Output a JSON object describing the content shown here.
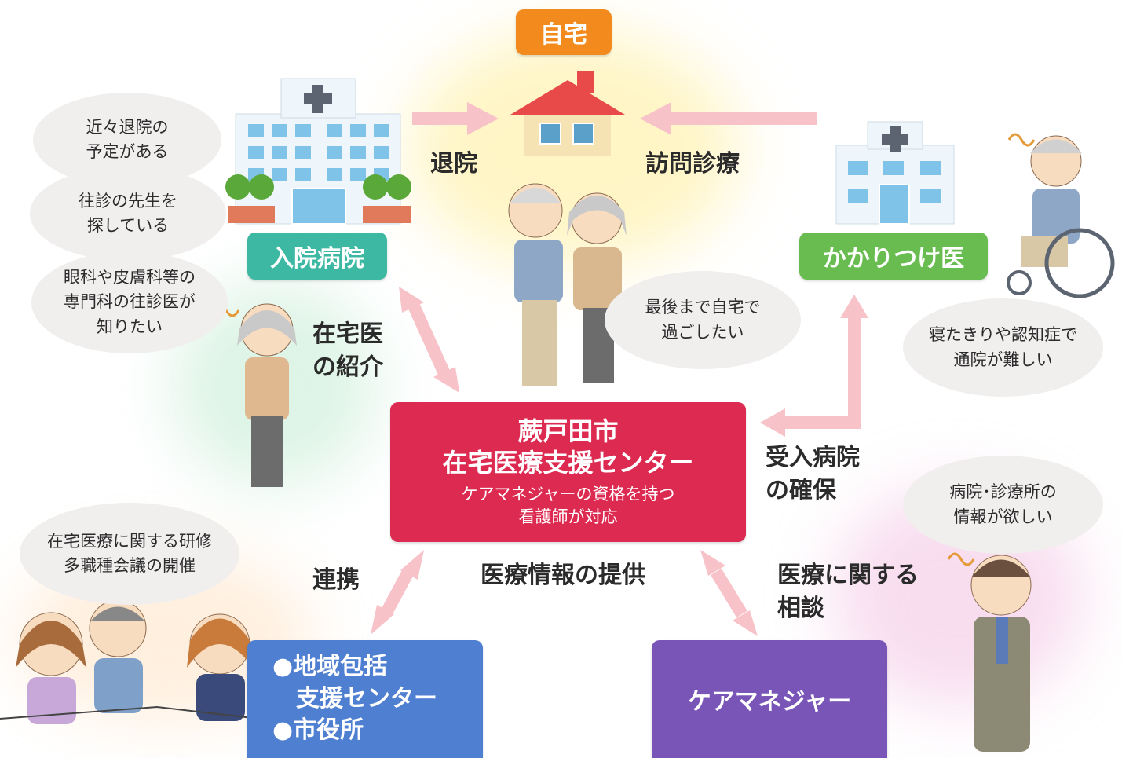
{
  "colors": {
    "home": "#f28a1e",
    "hospital": "#3db8a2",
    "gp": "#69bd50",
    "center": "#dc2a50",
    "regional": "#4f7fd0",
    "caremanager": "#7a55b8",
    "arrow": "#f7c2c8"
  },
  "home": {
    "label": "自宅"
  },
  "hospital": {
    "label": "入院病院"
  },
  "gp": {
    "label": "かかりつけ医"
  },
  "center": {
    "title_line1": "蕨戸田市",
    "title_line2": "在宅医療支援センター",
    "sub_line1": "ケアマネジャーの資格を持つ",
    "sub_line2": "看護師が対応"
  },
  "regional": {
    "item1_line1": "地域包括",
    "item1_line2": "支援センター",
    "item2": "市役所",
    "bullet": "●"
  },
  "caremanager": {
    "label": "ケアマネジャー"
  },
  "flows": {
    "discharge": "退院",
    "home_visit": "訪問診療",
    "referral": "在宅医\nの紹介",
    "admission": "受入病院\nの確保",
    "cooperation": "連携",
    "info": "医療情報の提供",
    "consult": "医療に関する\n相談"
  },
  "bubbles": {
    "b1": "近々退院の\n予定がある",
    "b2": "往診の先生を\n探している",
    "b3": "眼科や皮膚科等の\n専門科の往診医が\n知りたい",
    "b4": "最後まで自宅で\n過ごしたい",
    "b5": "寝たきりや認知症で\n通院が難しい",
    "b6": "病院･診療所の\n情報が欲しい",
    "b7": "在宅医療に関する研修\n多職種会議の開催"
  }
}
